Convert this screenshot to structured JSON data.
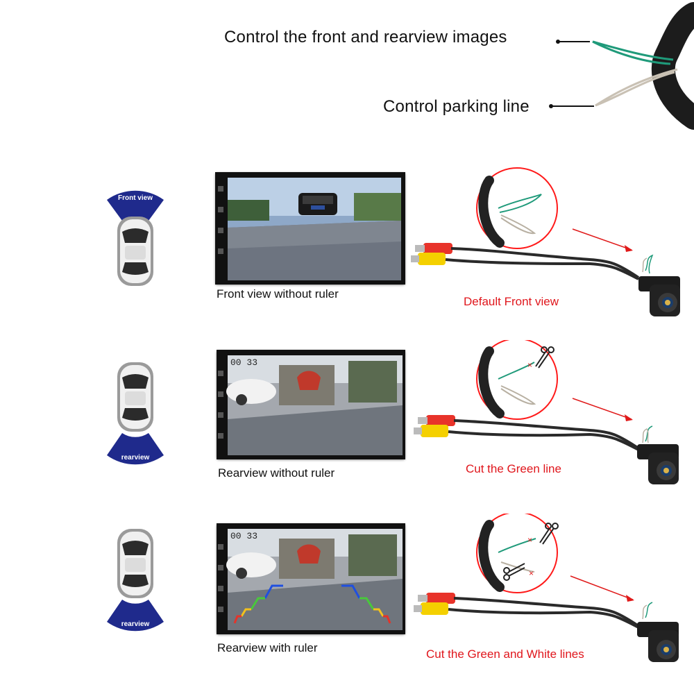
{
  "legend": {
    "front_rear": "Control the front and rearview images",
    "parking": "Control parking line"
  },
  "rows": [
    {
      "car_fan_label": "Front view",
      "screen_caption": "Front view without ruler",
      "mode_caption": "Default Front view",
      "screen_time": ""
    },
    {
      "car_fan_label": "rearview",
      "screen_caption": "Rearview without ruler",
      "mode_caption": "Cut the Green line",
      "screen_time": "00 33"
    },
    {
      "car_fan_label": "rearview",
      "screen_caption": "Rearview with ruler",
      "mode_caption": "Cut the Green and White lines",
      "screen_time": "00 33"
    }
  ],
  "colors": {
    "fan_blue": "#1f2a8c",
    "caption_red": "#e0161c",
    "green_wire": "#1f9a7a",
    "white_wire": "#c9c1b4",
    "arrow_red": "#e01a1a",
    "rca_yellow": "#f4d000",
    "rca_red": "#e8332a"
  },
  "icons": [
    "car-icon",
    "scissors-icon",
    "camera-icon",
    "arrow-icon"
  ]
}
